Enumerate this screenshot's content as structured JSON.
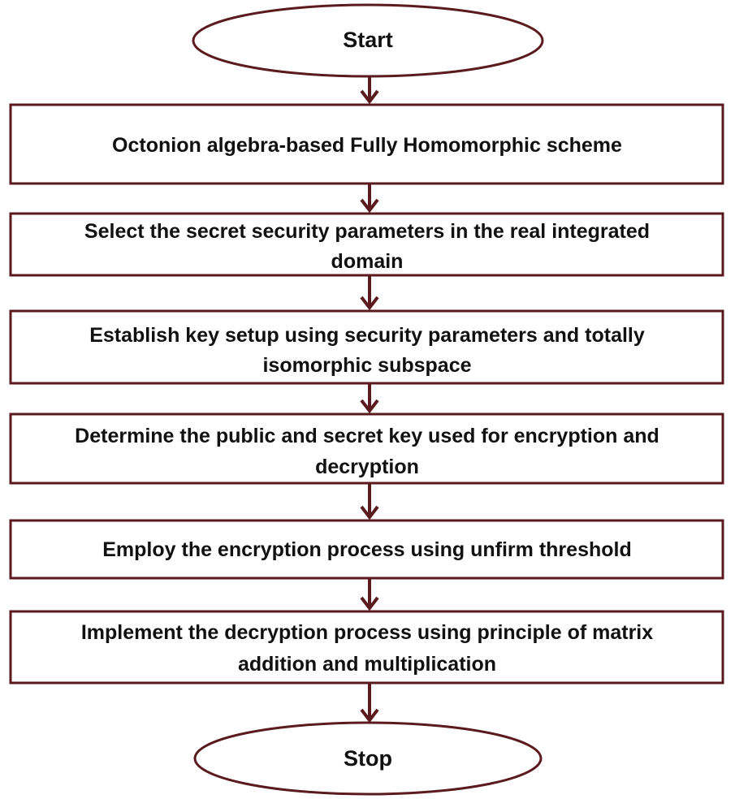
{
  "diagram": {
    "type": "flowchart",
    "colors": {
      "stroke": "#5a1a1e",
      "text": "#111111",
      "background": "#ffffff"
    },
    "start": {
      "label": "Start"
    },
    "steps": [
      {
        "lines": [
          "Octonion algebra-based Fully Homomorphic scheme"
        ]
      },
      {
        "lines": [
          "Select the secret security parameters in the real integrated",
          "domain"
        ]
      },
      {
        "lines": [
          "Establish key setup using security parameters and totally",
          "isomorphic subspace"
        ]
      },
      {
        "lines": [
          "Determine the public and secret key used for encryption and",
          "decryption"
        ]
      },
      {
        "lines": [
          "Employ the encryption process using unfirm threshold"
        ]
      },
      {
        "lines": [
          "Implement the decryption process using principle of matrix",
          "addition and multiplication"
        ]
      }
    ],
    "end": {
      "label": "Stop"
    }
  }
}
